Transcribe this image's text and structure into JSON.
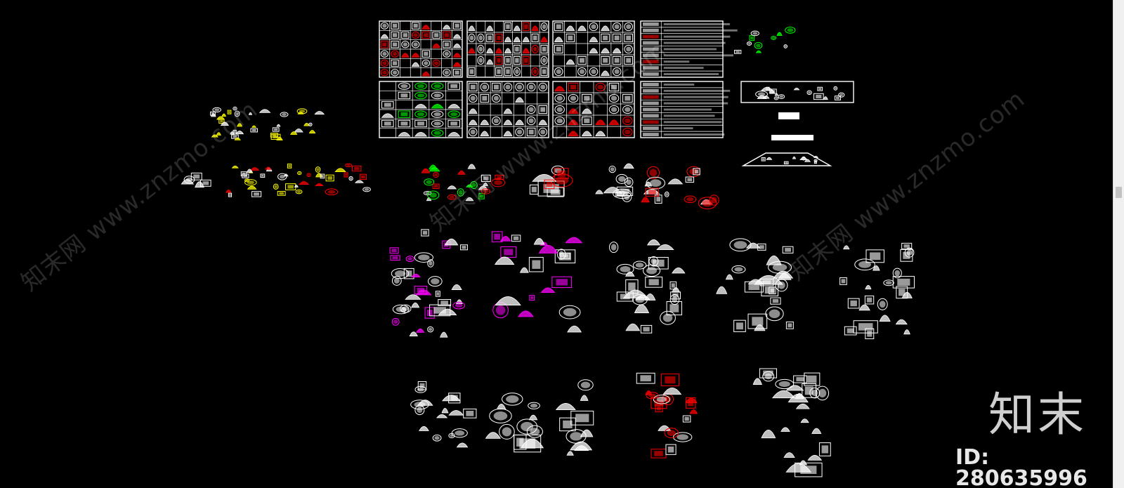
{
  "watermarks": {
    "left": "知末网 www.znzmo.com",
    "center": "知末网 www.znzmo.com",
    "right": "知末网 www.znzmo.com"
  },
  "brand": {
    "logo_text": "知末",
    "asset_id": "ID: 280635996"
  },
  "colors": {
    "background": "#000000",
    "line_white": "#ffffff",
    "line_red": "#ff0000",
    "line_magenta": "#ff00ff",
    "line_yellow": "#ffff00",
    "line_green": "#00ff00",
    "scrollbar_track": "#f0f0f0",
    "scrollbar_thumb": "#c2c2c2"
  },
  "icons": {
    "scroll_thumb": "scrollbar-thumb"
  }
}
